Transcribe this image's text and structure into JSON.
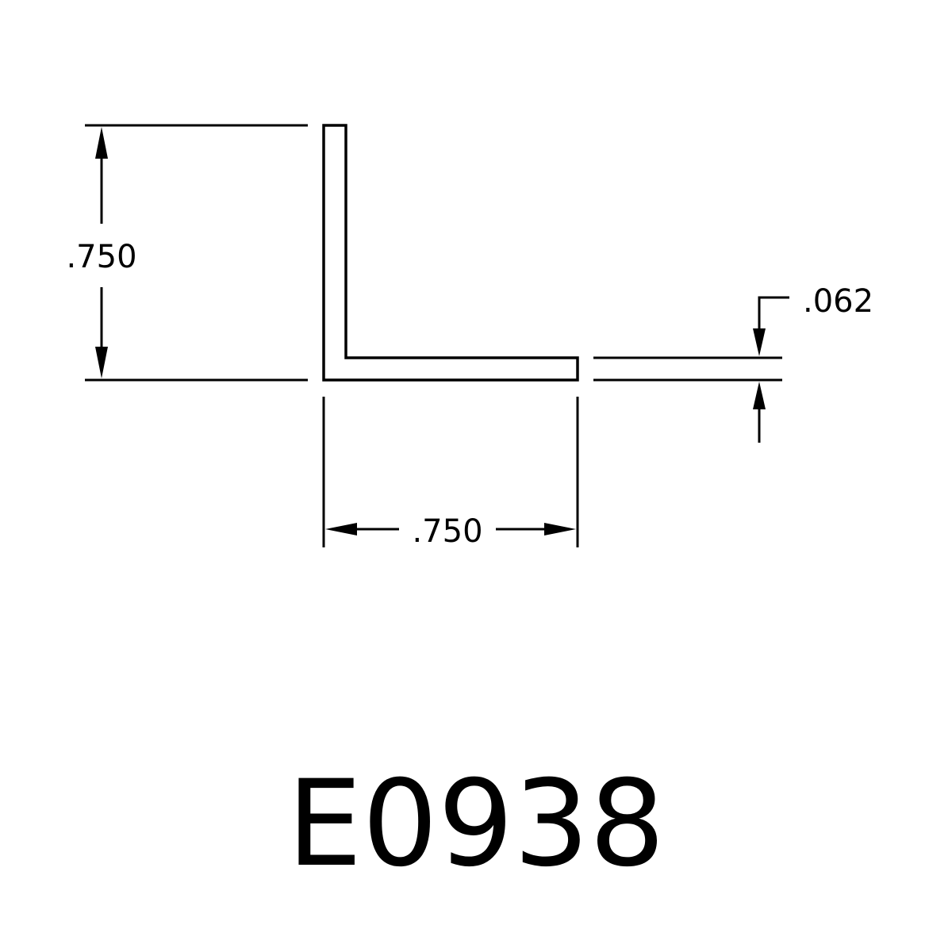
{
  "drawing": {
    "part_number": "E0938",
    "dimensions": {
      "height": ".750",
      "width": ".750",
      "thickness": ".062"
    },
    "colors": {
      "line": "#000000",
      "background": "#ffffff"
    }
  }
}
